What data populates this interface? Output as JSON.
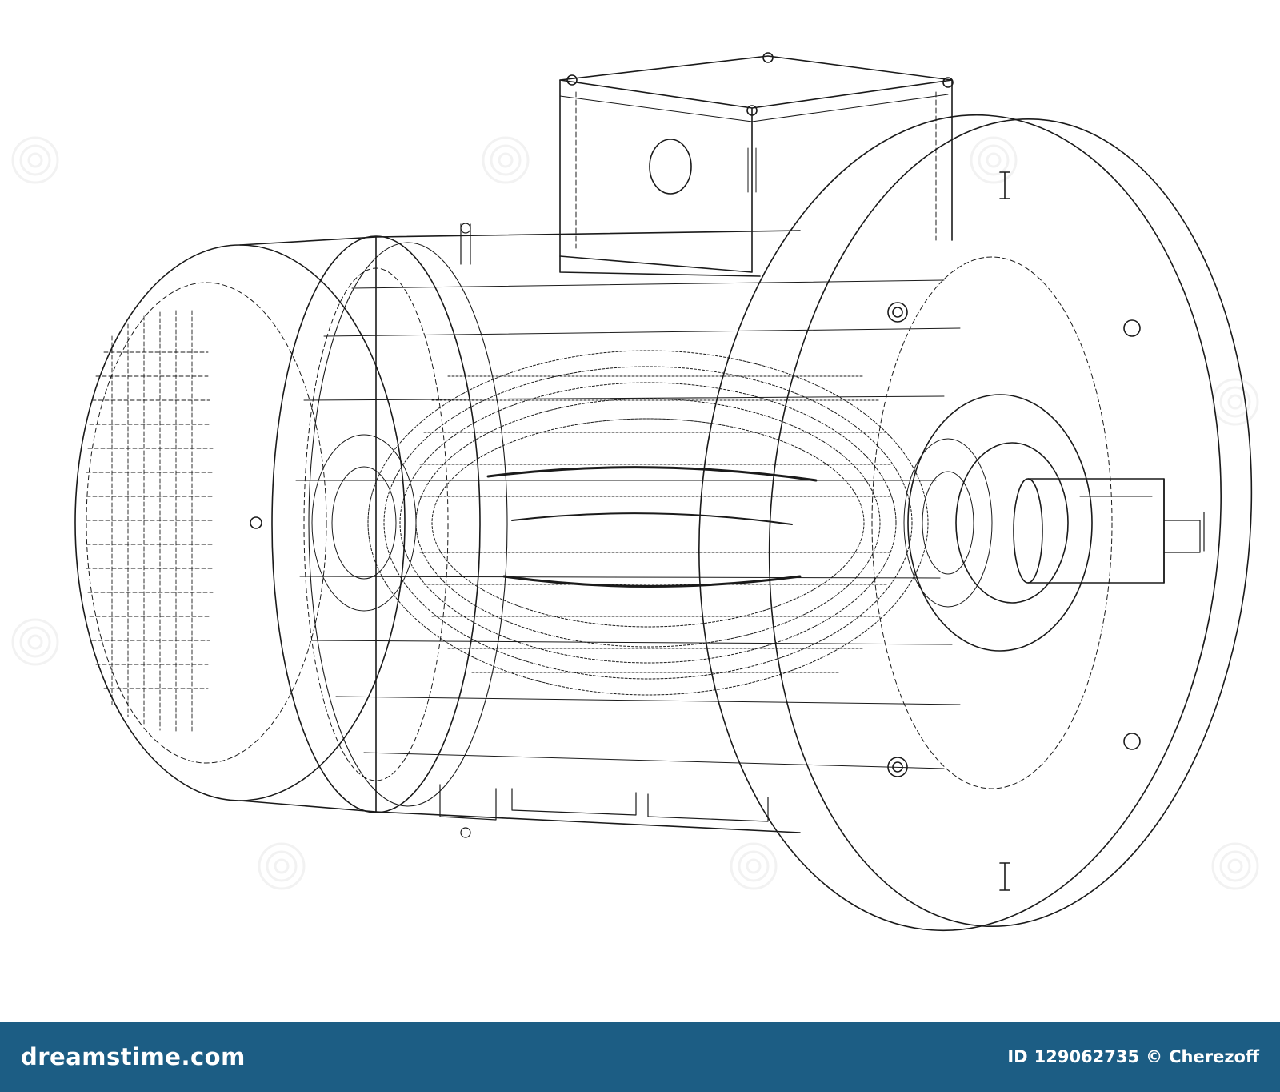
{
  "image": {
    "subject": "electric-motor-wireframe",
    "line_color": "#1a1a1a",
    "background_color": "#ffffff",
    "watermark_color": "#9a9a9a"
  },
  "footer": {
    "background_color": "#1c5d84",
    "brand_text": "dreamstime.com",
    "id_label": "ID",
    "id_value": "129062735",
    "copyright_symbol": "©",
    "author": "Cherezoff"
  }
}
